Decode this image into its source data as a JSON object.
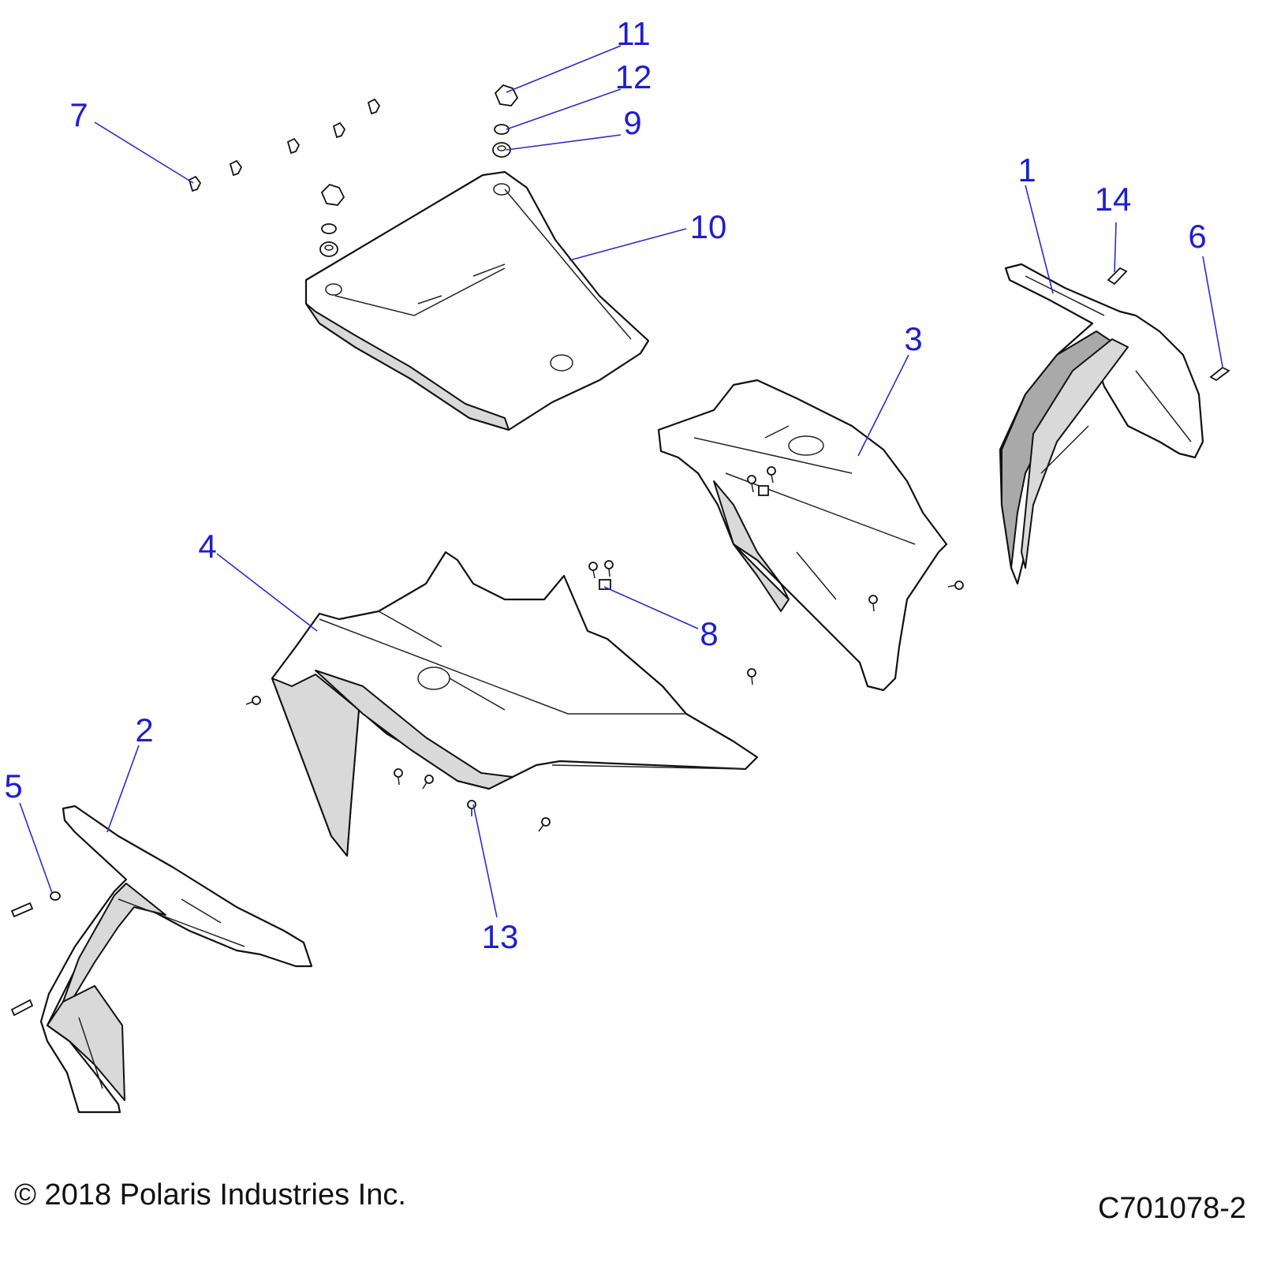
{
  "callouts": {
    "c1": "1",
    "c2": "2",
    "c3": "3",
    "c4": "4",
    "c5": "5",
    "c6": "6",
    "c7": "7",
    "c8": "8",
    "c9": "9",
    "c10": "10",
    "c11": "11",
    "c12": "12",
    "c13": "13",
    "c14": "14"
  },
  "footer": {
    "copyright": "© 2018 Polaris Industries Inc.",
    "drawing_number": "C701078-2"
  },
  "colors": {
    "callout": "#1e1ed2",
    "line": "#111111",
    "shade": "#d9d9d9"
  }
}
